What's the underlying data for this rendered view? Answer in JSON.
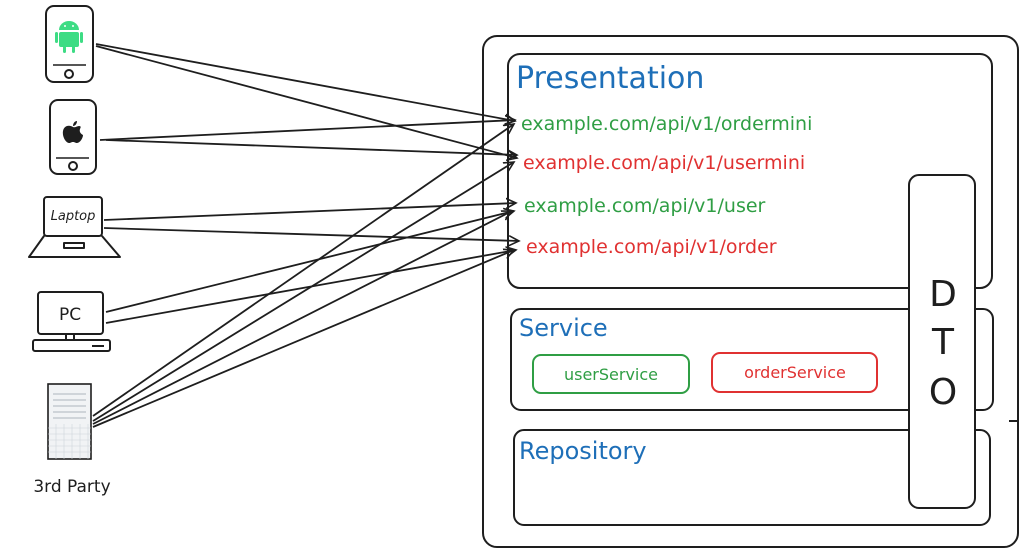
{
  "clients": {
    "android_label": "",
    "apple_label": "",
    "laptop_label": "Laptop",
    "pc_label": "PC",
    "third_party_label": "3rd Party"
  },
  "presentation": {
    "title": "Presentation",
    "endpoints": [
      {
        "text": "example.com/api/v1/ordermini",
        "color": "#2f9e44"
      },
      {
        "text": "example.com/api/v1/usermini",
        "color": "#e03131"
      },
      {
        "text": "example.com/api/v1/user",
        "color": "#2f9e44"
      },
      {
        "text": "example.com/api/v1/order",
        "color": "#e03131"
      }
    ]
  },
  "service": {
    "title": "Service",
    "items": [
      {
        "text": "userService",
        "color": "#2f9e44"
      },
      {
        "text": "orderService",
        "color": "#e03131"
      }
    ]
  },
  "repository": {
    "title": "Repository"
  },
  "dto": {
    "letters": [
      "D",
      "T",
      "O"
    ]
  },
  "colors": {
    "title_blue": "#1e6fb8",
    "green": "#2f9e44",
    "red": "#e03131",
    "ink": "#1e1e1e"
  }
}
